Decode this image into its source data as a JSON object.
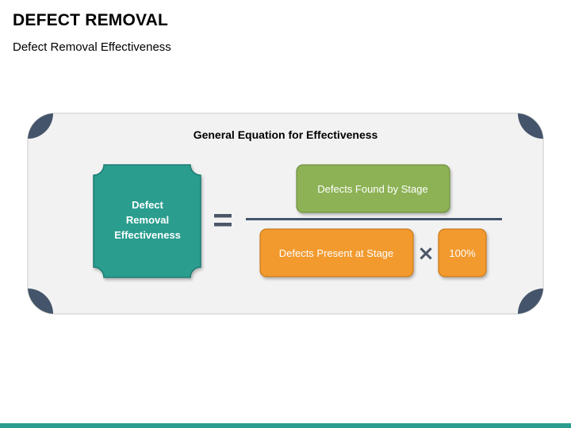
{
  "header": {
    "title": "DEFECT REMOVAL",
    "subtitle": "Defect Removal Effectiveness"
  },
  "diagram": {
    "heading": "General Equation for Effectiveness",
    "lhs": [
      "Defect",
      "Removal",
      "Effectiveness"
    ],
    "equals_symbol": "=",
    "numerator": "Defects Found by Stage",
    "denominator": "Defects Present at Stage",
    "multiply_symbol": "×",
    "multiplier": "100%"
  },
  "colors": {
    "panel_bg": "#f2f2f2",
    "corner": "#44546a",
    "teal": "#2a9d8f",
    "green": "#8db255",
    "orange": "#f29a2e",
    "operator": "#4a5668",
    "accent_bar": "#2a9d8f"
  }
}
